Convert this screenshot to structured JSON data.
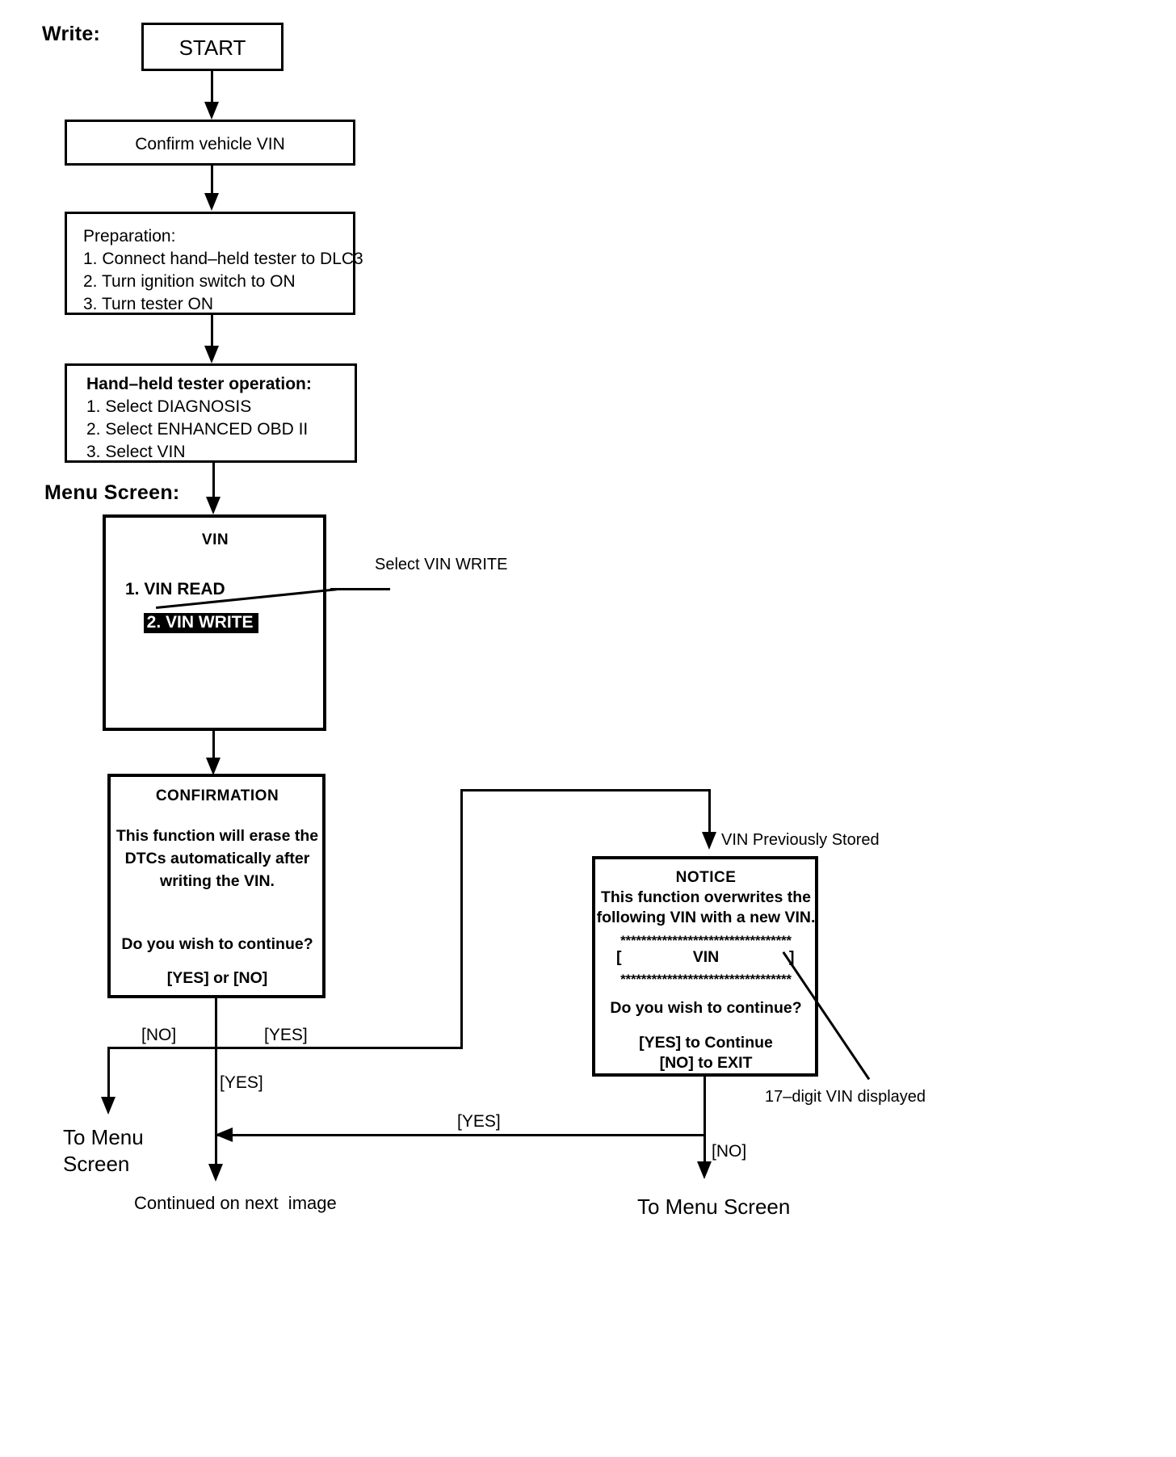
{
  "page": {
    "section_label": "Write:",
    "menu_screen_label": "Menu Screen:"
  },
  "nodes": {
    "start": {
      "label": "START"
    },
    "confirm_vin": {
      "label": "Confirm vehicle VIN"
    },
    "preparation": {
      "title": "Preparation:",
      "steps": [
        "1. Connect hand–held tester to DLC3",
        "2. Turn ignition switch to ON",
        "3. Turn tester ON"
      ]
    },
    "tester_operation": {
      "title": "Hand–held tester operation:",
      "steps": [
        "1. Select DIAGNOSIS",
        "2. Select ENHANCED OBD II",
        "3. Select VIN"
      ]
    },
    "vin_menu": {
      "title": "VIN",
      "items": [
        {
          "label": "1. VIN READ",
          "selected": false
        },
        {
          "label": "2. VIN WRITE",
          "selected": true
        }
      ]
    },
    "confirmation": {
      "title": "CONFIRMATION",
      "body": [
        "This function will erase the",
        "DTCs automatically after",
        "writing the VIN."
      ],
      "question": "Do you wish to continue?",
      "options": "[YES] or [NO]"
    },
    "notice": {
      "title": "NOTICE",
      "body": [
        "This function overwrites the",
        "following VIN with a new VIN."
      ],
      "separator": "*********************************",
      "vin_row": {
        "open_bracket": "[",
        "value": "VIN",
        "close_bracket": "]"
      },
      "question": "Do you wish to continue?",
      "options": [
        "[YES] to Continue",
        "[NO] to EXIT"
      ]
    }
  },
  "annotations": {
    "select_vin_write": "Select VIN WRITE",
    "vin_previously_stored": "VIN Previously Stored",
    "seventeen_digit_vin": "17–digit VIN displayed"
  },
  "edges": {
    "confirmation_no": "[NO]",
    "confirmation_yes": "[YES]",
    "confirmation_yes_down": "[YES]",
    "notice_yes": "[YES]",
    "notice_no": "[NO]"
  },
  "terminals": {
    "to_menu_screen_left": "To Menu\nScreen",
    "continued": "Continued on next  image",
    "to_menu_screen_right": "To Menu Screen"
  },
  "colors": {
    "ink": "#000000",
    "paper": "#ffffff",
    "highlight_bg": "#000000",
    "highlight_fg": "#ffffff"
  }
}
